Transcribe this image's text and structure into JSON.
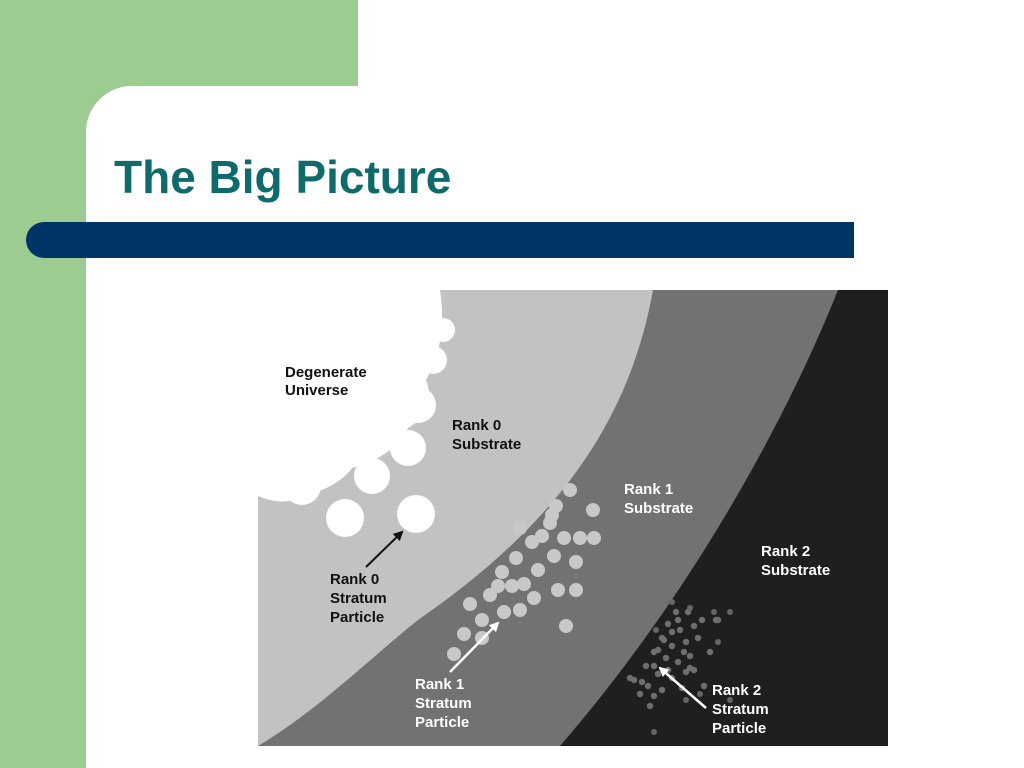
{
  "slide": {
    "title": "The Big Picture"
  },
  "colors": {
    "sidebar_green": "#9dcc93",
    "title_teal": "#0f6b6b",
    "bar_navy": "#003366",
    "substrate_rank0": "#c2c2c2",
    "substrate_rank1": "#727272",
    "substrate_rank2": "#1f1f1f"
  },
  "diagram": {
    "regions": {
      "degenerate": [
        "Degenerate",
        "Universe"
      ],
      "rank0_substrate": [
        "Rank 0",
        "Substrate"
      ],
      "rank1_substrate": [
        "Rank 1",
        "Substrate"
      ],
      "rank2_substrate": [
        "Rank 2",
        "Substrate"
      ]
    },
    "particles": {
      "rank0": [
        "Rank 0",
        "Stratum",
        "Particle"
      ],
      "rank1": [
        "Rank 1",
        "Stratum",
        "Particle"
      ],
      "rank2": [
        "Rank 2",
        "Stratum",
        "Particle"
      ]
    }
  }
}
